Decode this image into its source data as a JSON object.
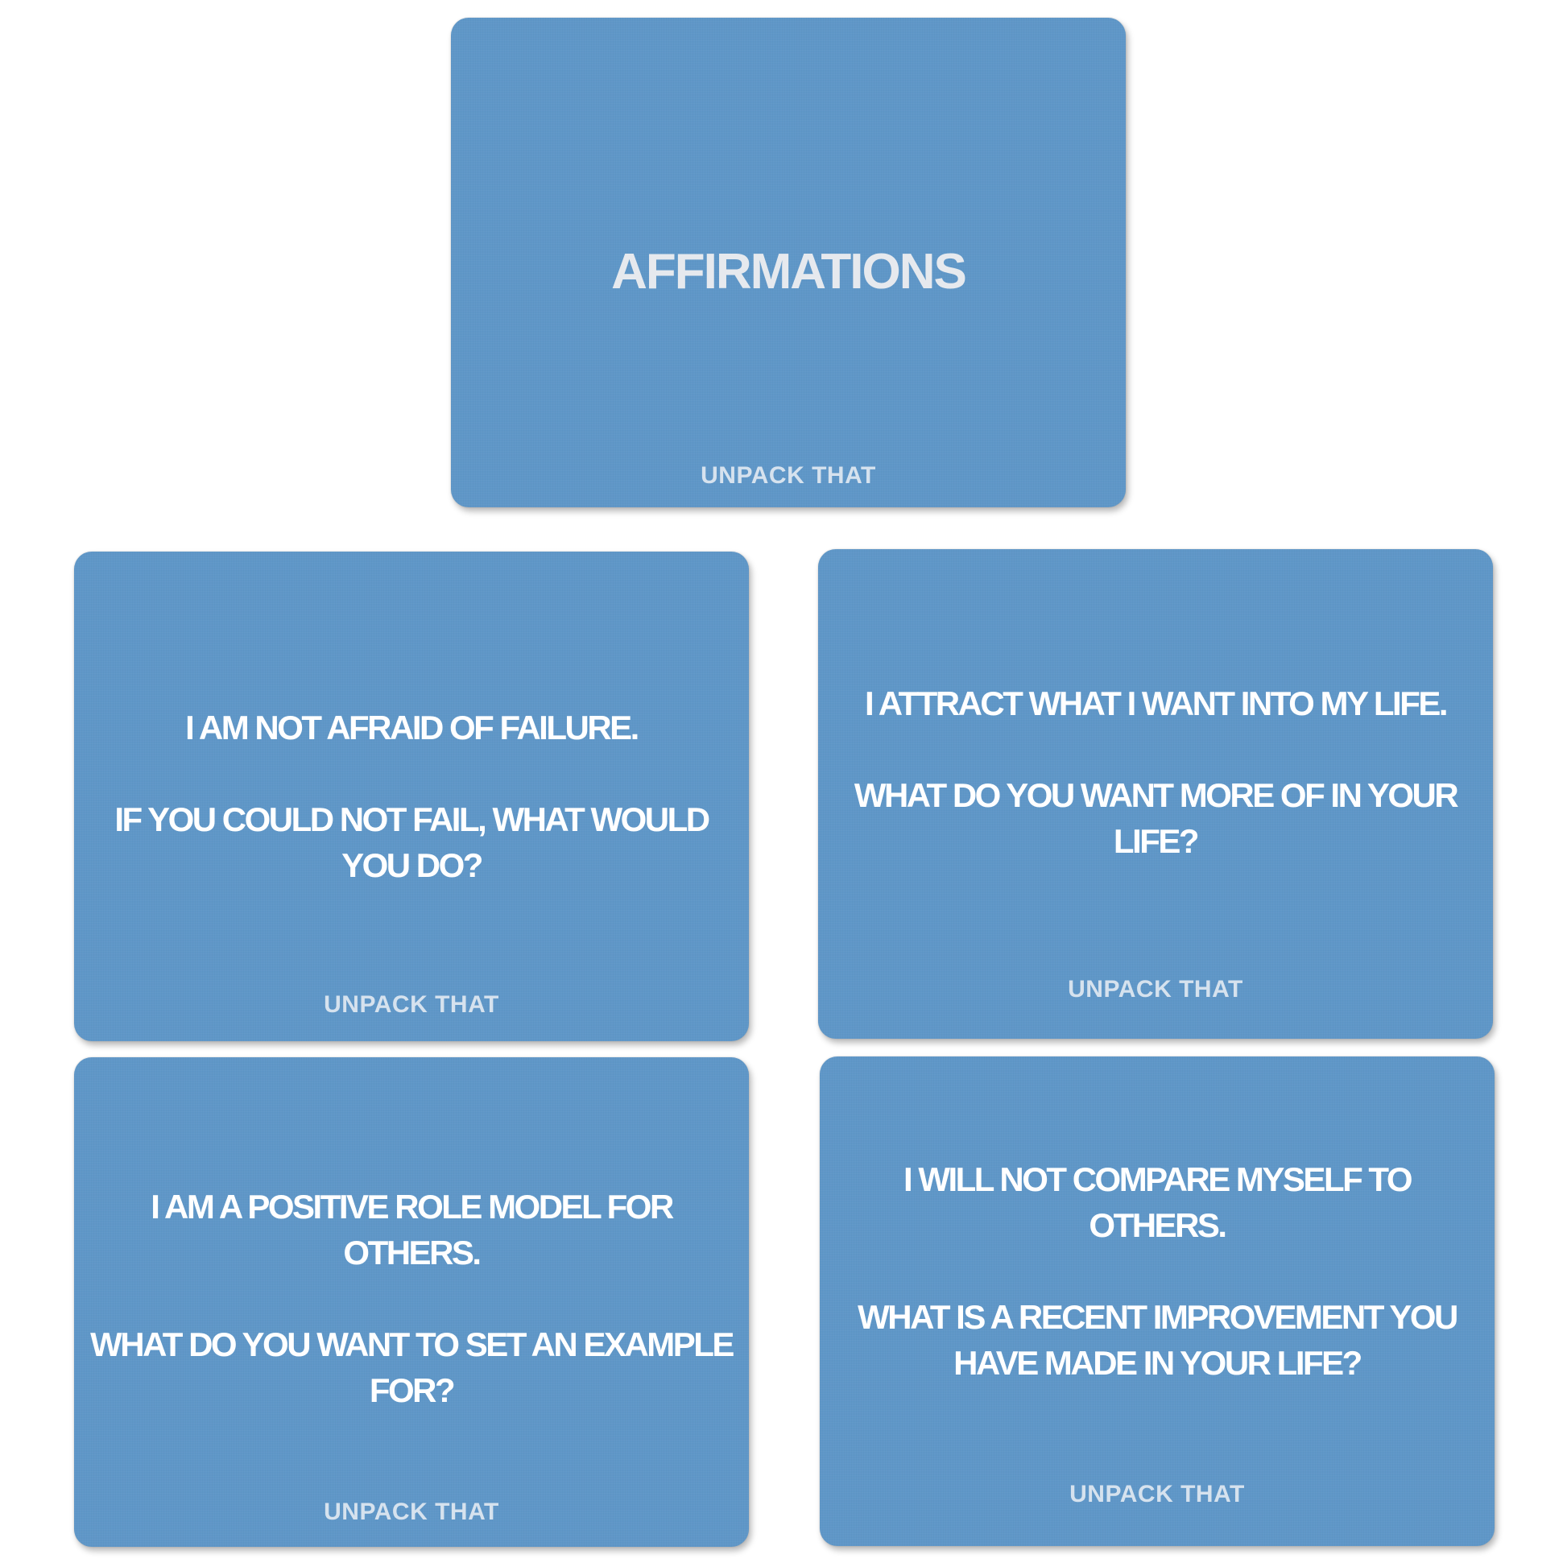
{
  "cards": [
    {
      "title": "AFFIRMATIONS",
      "brand": "UNPACK THAT"
    },
    {
      "affirmation": "I AM NOT AFRAID OF FAILURE.",
      "question": "IF YOU COULD NOT FAIL, WHAT WOULD YOU DO?",
      "brand": "UNPACK THAT"
    },
    {
      "affirmation": "I ATTRACT WHAT I WANT INTO MY LIFE.",
      "question": "WHAT DO YOU WANT MORE OF IN YOUR LIFE?",
      "brand": "UNPACK THAT"
    },
    {
      "affirmation": "I AM A POSITIVE ROLE MODEL FOR OTHERS.",
      "question": "WHAT DO YOU WANT TO SET AN EXAMPLE FOR?",
      "brand": "UNPACK THAT"
    },
    {
      "affirmation": "I WILL NOT COMPARE MYSELF TO OTHERS.",
      "question": "WHAT IS A RECENT IMPROVEMENT YOU HAVE MADE IN YOUR LIFE?",
      "brand": "UNPACK THAT"
    }
  ],
  "colors": {
    "card_background": "#5f97c8",
    "text": "#ffffff",
    "page_background": "#ffffff"
  }
}
